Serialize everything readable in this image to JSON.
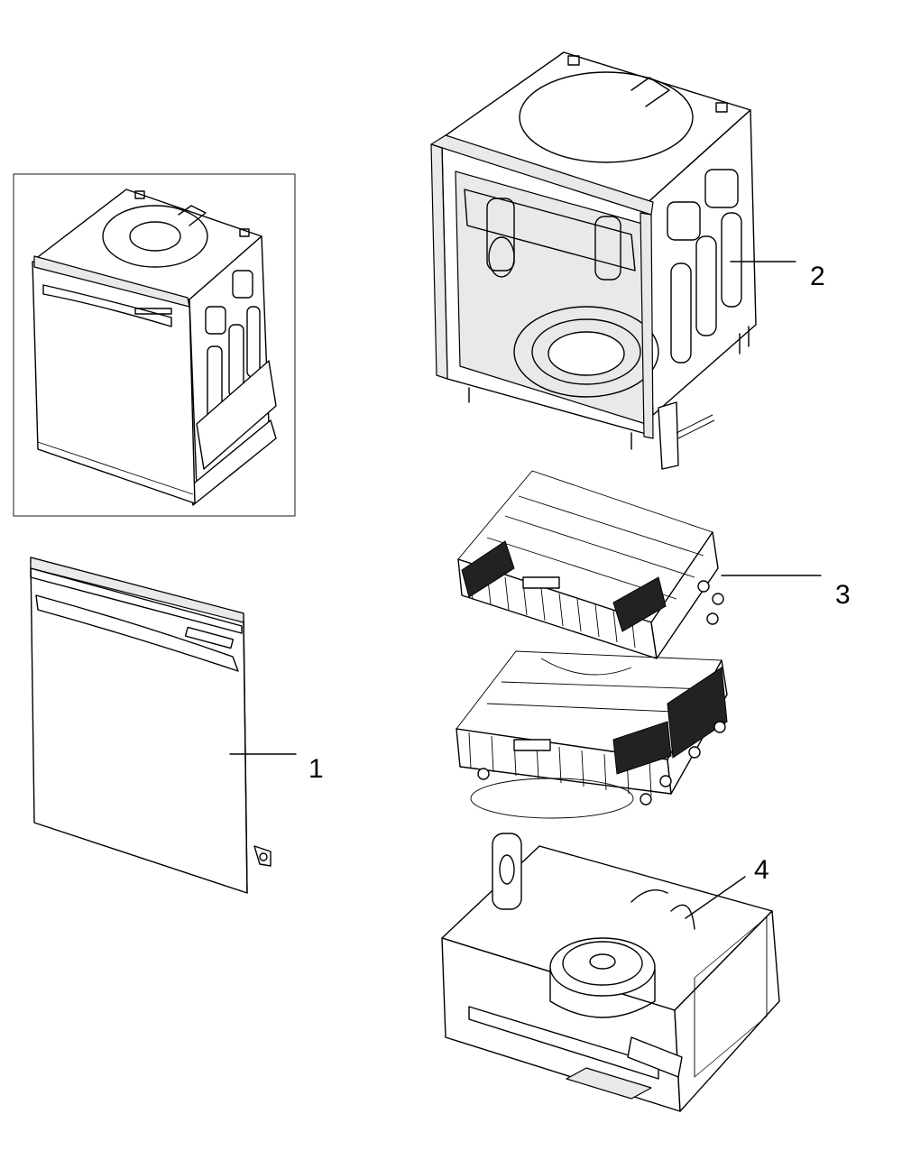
{
  "callouts": [
    {
      "id": "door",
      "label": "1"
    },
    {
      "id": "tub",
      "label": "2"
    },
    {
      "id": "racks",
      "label": "3"
    },
    {
      "id": "base",
      "label": "4"
    }
  ],
  "colors": {
    "line": "#000000",
    "background": "#ffffff"
  }
}
